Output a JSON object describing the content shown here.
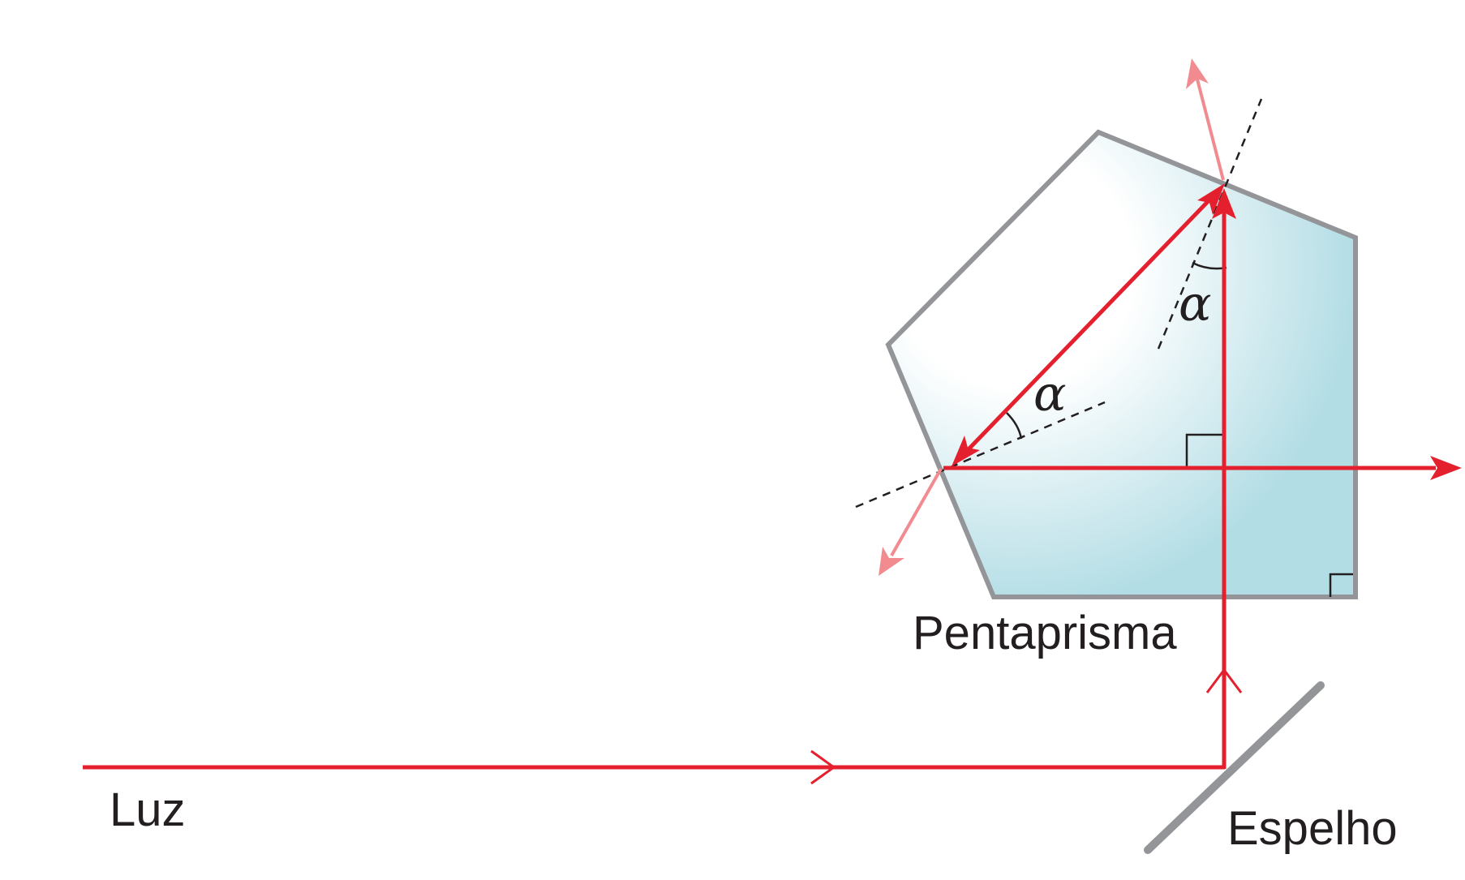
{
  "labels": {
    "light": "Luz",
    "prism": "Pentaprisma",
    "mirror": "Espelho",
    "angle_top": "α",
    "angle_left": "α"
  },
  "colors": {
    "ray": "#e5202e",
    "ray_partial": "#f28b90",
    "prism_fill": "#b7dfe6",
    "prism_edge": "#939598",
    "mirror": "#939598",
    "normal_line": "#231f20"
  }
}
